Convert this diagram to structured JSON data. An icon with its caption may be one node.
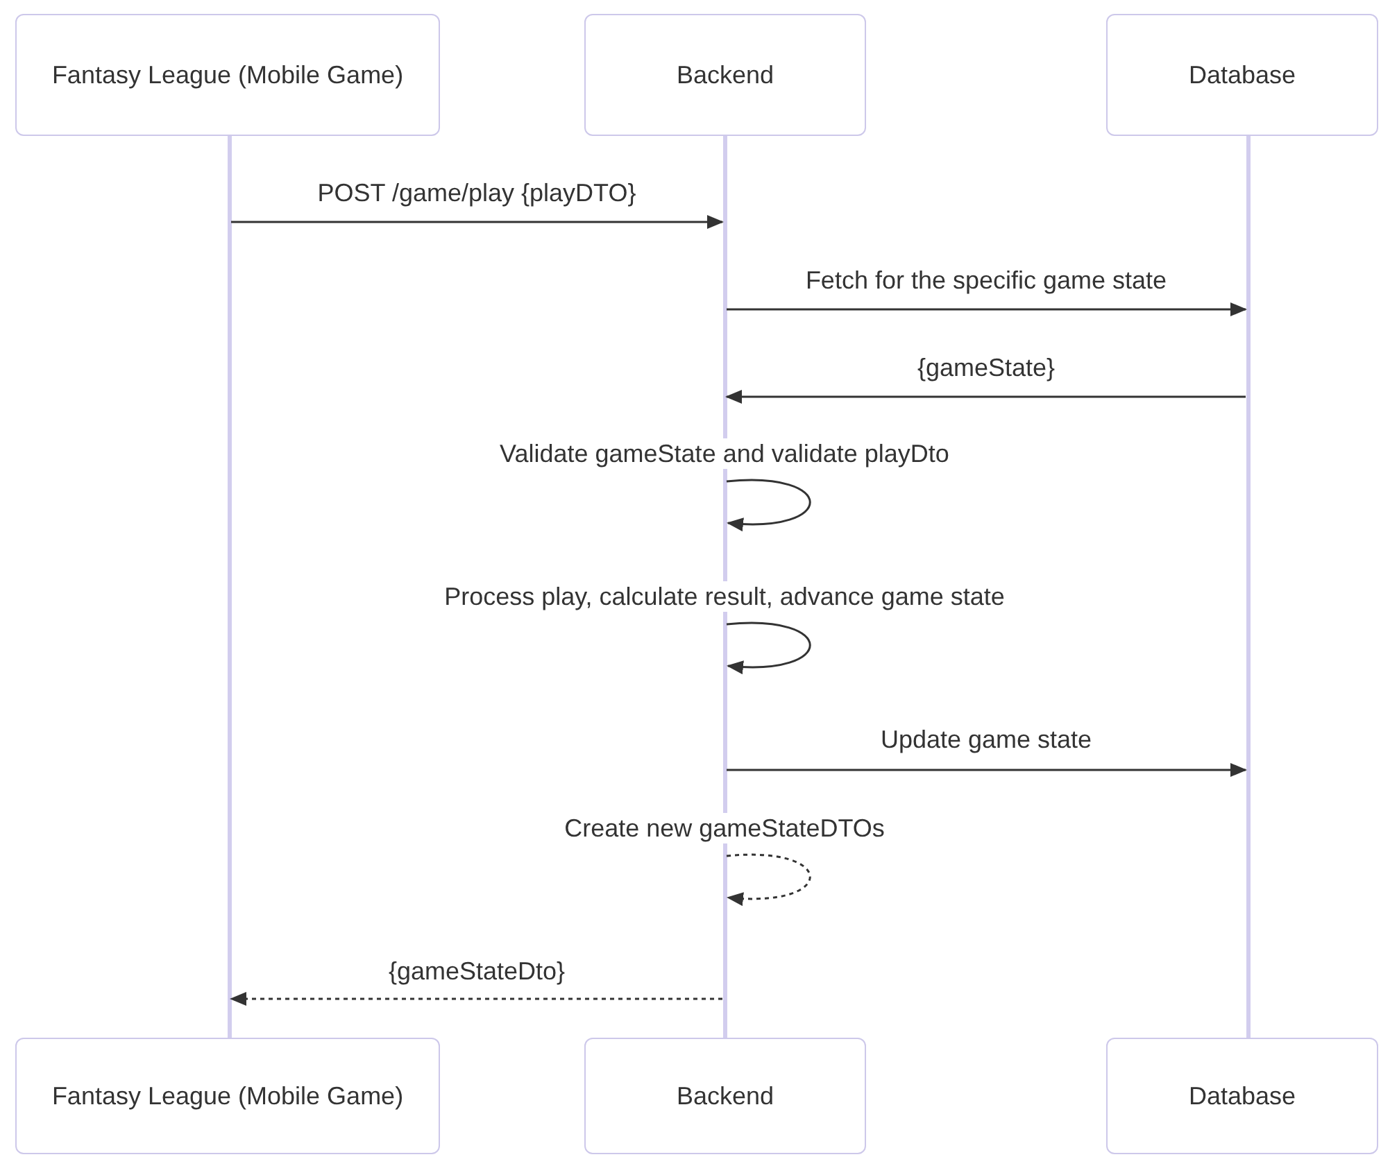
{
  "diagram": {
    "nodes": [
      {
        "text": [
          "Fantasy League (Mobile Game)"
        ]
      },
      {
        "text": [
          "Backend"
        ]
      },
      {
        "text": [
          "Database"
        ]
      },
      {
        "text": [],
        "shape": "bar"
      },
      {
        "text": [],
        "shape": "bar"
      },
      {
        "text": [],
        "shape": "bar"
      },
      {
        "text": [
          "Fantasy League (Mobile Game)"
        ]
      },
      {
        "text": [
          "Backend"
        ]
      },
      {
        "text": [
          "Database"
        ]
      }
    ],
    "edges": [
      {
        "from": 3,
        "to": 4,
        "arrow": "to",
        "label": "POST /game/play {playDTO}"
      },
      {
        "from": 4,
        "to": 5,
        "arrow": "to",
        "label": "Fetch for the specific game state"
      },
      {
        "from": 5,
        "to": 4,
        "arrow": "to",
        "label": "{gameState}"
      },
      {
        "from": 4,
        "to": 4,
        "arrow": "to",
        "label": "Validate gameState and validate playDto"
      },
      {
        "from": 4,
        "to": 4,
        "arrow": "to",
        "label": "Process play, calculate result, advance game state"
      },
      {
        "from": 4,
        "to": 5,
        "arrow": "to",
        "label": "Update game state"
      },
      {
        "from": 4,
        "to": 4,
        "arrow": "to",
        "label": "Create new gameStateDTOs",
        "style": "dashed"
      },
      {
        "from": 4,
        "to": 3,
        "arrow": "to",
        "label": "{gameStateDto}",
        "style": "dashed"
      }
    ]
  }
}
